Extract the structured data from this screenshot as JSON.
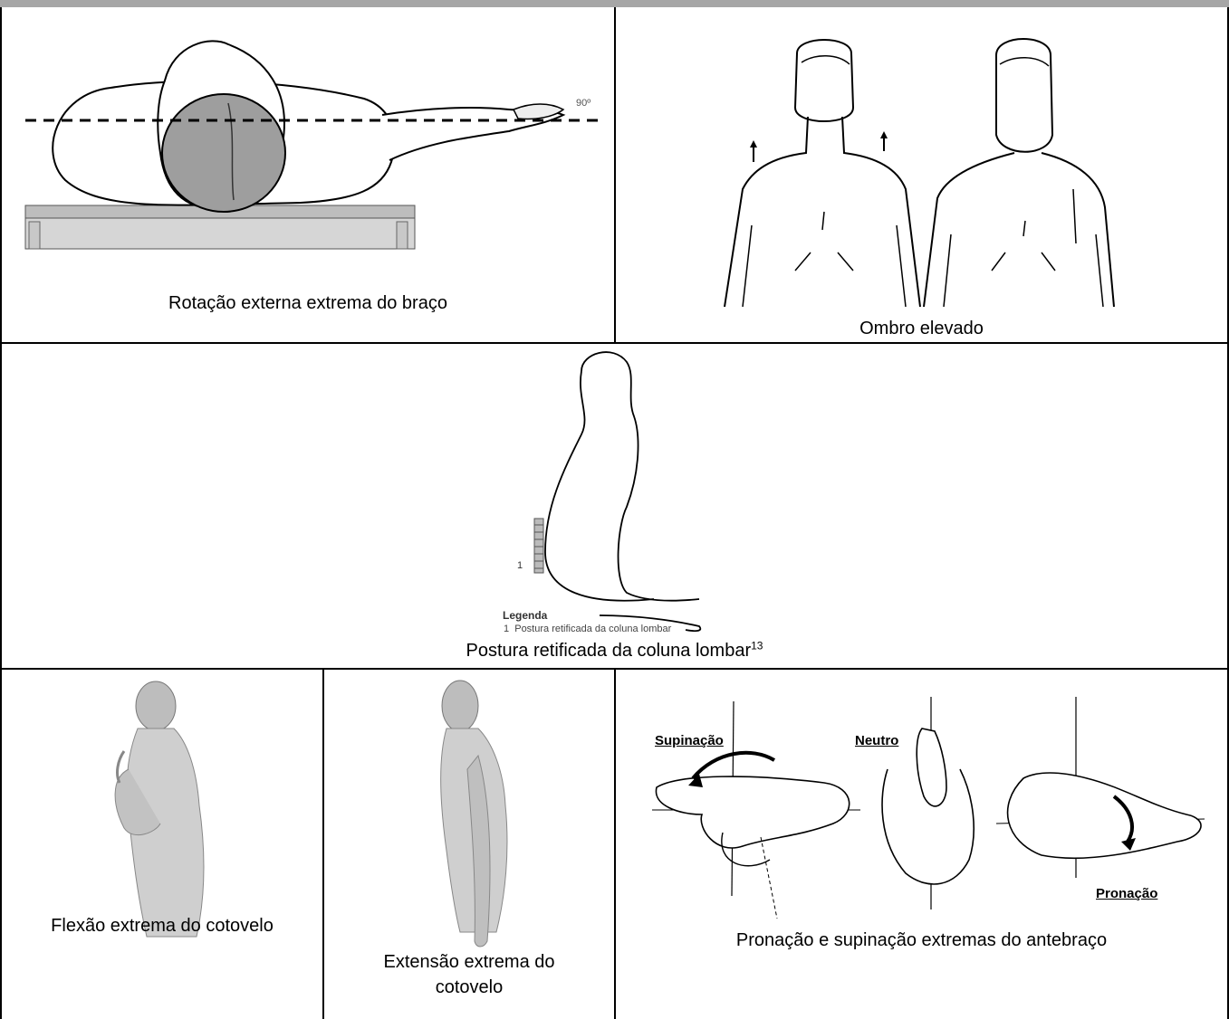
{
  "captions": {
    "rotacao": "Rotação externa extrema do braço",
    "ombro": "Ombro elevado",
    "postura": "Postura retificada da coluna lombar",
    "postura_ref": "13",
    "flexao": "Flexão extrema do cotovelo",
    "extensao_line1": "Extensão extrema do",
    "extensao_line2": "cotovelo",
    "pronacao": "Pronação e supinação extremas do antebraço"
  },
  "figure_labels": {
    "angle": "90º",
    "legend_title": "Legenda",
    "legend_item": "1  Postura retificada da coluna lombar",
    "legend_marker": "1",
    "supinacao": "Supinação",
    "neutro": "Neutro",
    "pronacao": "Pronação"
  }
}
